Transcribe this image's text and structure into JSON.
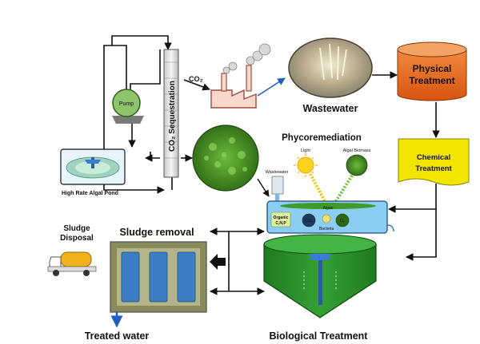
{
  "labels": {
    "pump": "Pump",
    "co2_sequestration": "CO₂ Sequestration",
    "co2": "CO₂",
    "wastewater": "Wastewater",
    "physical_treatment_line1": "Physical",
    "physical_treatment_line2": "Treatment",
    "chemical_treatment_line1": "Chemical",
    "chemical_treatment_line2": "Treatment",
    "high_rate_algal_pond": "High Rate Algal Pond",
    "phycoremediation": "Phycoremediation",
    "light": "Light",
    "algal_biomass": "Algal Biomass",
    "wastewater_small": "Wastewater",
    "organic_line1": "Organic",
    "organic_line2": "C,N,P",
    "algae": "Algae",
    "bacteria": "Bacteria",
    "co2_small": "CO₂",
    "o2_small": "O₂",
    "sludge_disposal_line1": "Sludge",
    "sludge_disposal_line2": "Disposal",
    "sludge_removal": "Sludge removal",
    "treated_water": "Treated water",
    "biological_treatment": "Biological Treatment"
  },
  "colors": {
    "physical_treatment": "#e8641a",
    "chemical_treatment": "#f2e600",
    "algal_green": "#3f8f1f",
    "bio_tank": "#2e8b2e",
    "pond_blue": "#5fb6e6",
    "sludge_frame": "#8a8a5a",
    "sludge_cells": "#3d7fc4"
  }
}
